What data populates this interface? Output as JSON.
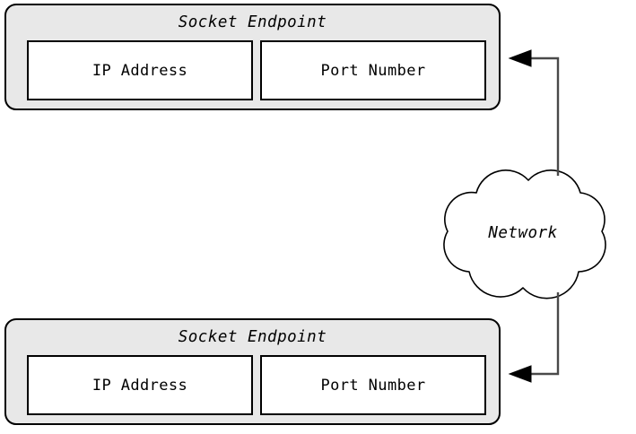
{
  "diagram": {
    "title": "Socket Endpoint / Network connection diagram",
    "background_color": "#ffffff",
    "line_color": "#000000",
    "endpoint_fill": "#e8e8e8",
    "field_fill": "#ffffff"
  },
  "endpoints": [
    {
      "id": "top",
      "title": "Socket Endpoint",
      "fields": [
        {
          "label": "IP Address"
        },
        {
          "label": "Port Number"
        }
      ]
    },
    {
      "id": "bottom",
      "title": "Socket Endpoint",
      "fields": [
        {
          "label": "IP Address"
        },
        {
          "label": "Port Number"
        }
      ]
    }
  ],
  "cloud": {
    "label": "Network"
  },
  "connectors": [
    {
      "id": "cloud-to-top-endpoint",
      "direction": "to-endpoint"
    },
    {
      "id": "cloud-to-bottom-endpoint",
      "direction": "to-endpoint"
    }
  ]
}
